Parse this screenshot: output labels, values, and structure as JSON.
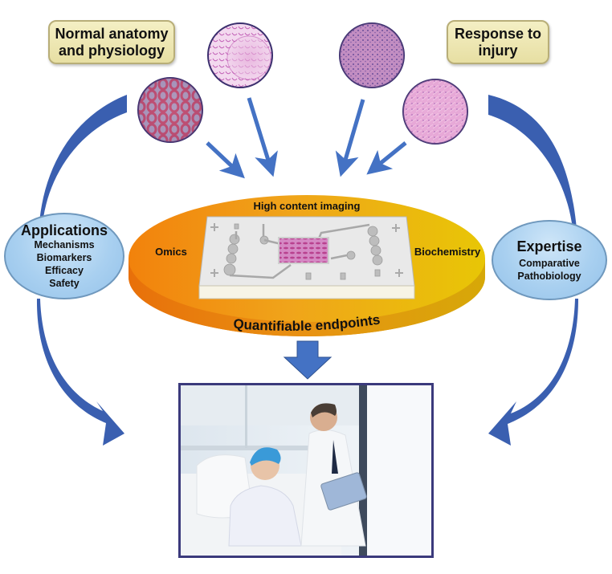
{
  "top_labels": {
    "left": [
      "Normal anatomy",
      "and physiology"
    ],
    "right": [
      "Response to",
      "injury"
    ]
  },
  "histology_images": [
    {
      "name": "kidney-tubules-trichrome",
      "group": "normal"
    },
    {
      "name": "glomerulus-pas",
      "group": "normal"
    },
    {
      "name": "injured-tissue-he-1",
      "group": "injury"
    },
    {
      "name": "injured-tissue-he-2",
      "group": "injury"
    }
  ],
  "left_oval": {
    "title": "Applications",
    "items": [
      "Mechanisms",
      "Biomarkers",
      "Efficacy",
      "Safety"
    ]
  },
  "right_oval": {
    "title": "Expertise",
    "items": [
      "Comparative",
      "Pathobiology"
    ]
  },
  "platform": {
    "top": "High content imaging",
    "left": "Omics",
    "right": "Biochemistry",
    "bottom": "Quantifiable endpoints",
    "center_device": "organ-on-chip"
  },
  "outcome_image": {
    "description": "Doctor showing tablet to patient in hospital bed"
  },
  "colors": {
    "arrow_blue": "#4472c4",
    "curved_arrow_blue": "#3a5fb0",
    "label_fill": "#ede5b0",
    "oval_fill": "#a9d0f0",
    "disk_orange": "#f07f0a",
    "disk_yellow": "#e6c200",
    "frame_navy": "#3b3a7c"
  }
}
